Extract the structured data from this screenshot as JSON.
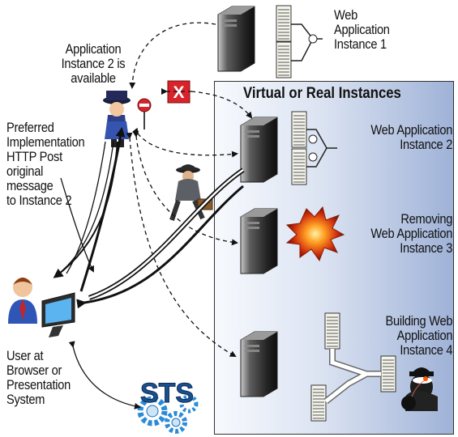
{
  "panel": {
    "title": "Virtual or Real Instances"
  },
  "labels": {
    "web_app_1": "Web\nApplication\nInstance 1",
    "instance2_available": "Application\nInstance 2 is\navailable",
    "preferred": "Preferred\nImplementation\nHTTP Post\noriginal\nmessage\nto Instance 2",
    "web_app_2": "Web Application\nInstance 2",
    "removing": "Removing\nWeb Application\nInstance 3",
    "building": "Building Web\nApplication\nInstance 4",
    "user": "User at\nBrowser or\nPresentation\nSystem",
    "sts": "STS",
    "blocked_mark": "X"
  },
  "colors": {
    "panel_edge": "#9fb2d7",
    "block_red": "#d8232a",
    "sts_blue": "#1a4f8f",
    "gear_blue": "#2b8bd6"
  }
}
